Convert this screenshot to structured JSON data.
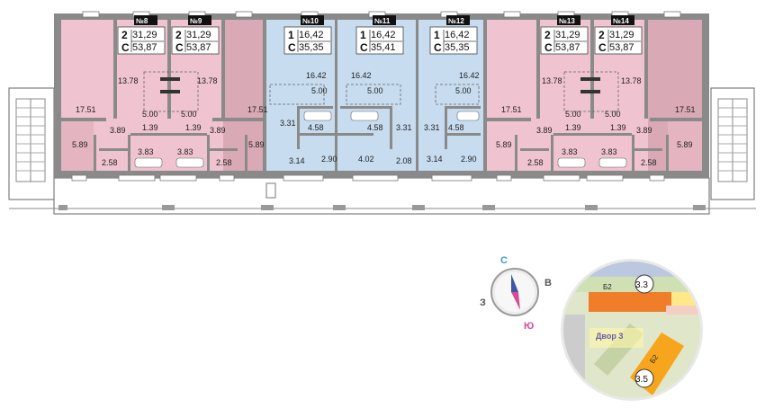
{
  "units": [
    {
      "num": "№8",
      "rooms": "2",
      "type": "С",
      "area_living": "31,29",
      "area_total": "53,87"
    },
    {
      "num": "№9",
      "rooms": "2",
      "type": "С",
      "area_living": "31,29",
      "area_total": "53,87"
    },
    {
      "num": "№10",
      "rooms": "1",
      "type": "С",
      "area_living": "16,42",
      "area_total": "35,35"
    },
    {
      "num": "№11",
      "rooms": "1",
      "type": "С",
      "area_living": "16,42",
      "area_total": "35,41"
    },
    {
      "num": "№12",
      "rooms": "1",
      "type": "С",
      "area_living": "16,42",
      "area_total": "35,35"
    },
    {
      "num": "№13",
      "rooms": "2",
      "type": "С",
      "area_living": "31,29",
      "area_total": "53,87"
    },
    {
      "num": "№14",
      "rooms": "2",
      "type": "С",
      "area_living": "31,29",
      "area_total": "53,87"
    }
  ],
  "room_labels": {
    "a1": "17.51",
    "a2": "13.78",
    "a3": "5.00",
    "a4": "5.00",
    "a5": "13.78",
    "a6": "17.51",
    "a7": "3.89",
    "a8": "1.39",
    "a9": "1.39",
    "a10": "3.89",
    "a11": "5.89",
    "a12": "2.58",
    "a13": "3.83",
    "a14": "3.83",
    "a15": "2.58",
    "a16": "5.89",
    "b1": "16.42",
    "b2": "16.42",
    "b3": "16.42",
    "b4": "5.00",
    "b5": "5.00",
    "b6": "5.00",
    "b7": "3.31",
    "b8": "4.58",
    "b9": "4.58",
    "b10": "3.31",
    "b11": "3.31",
    "b12": "4.58",
    "b13": "3.14",
    "b14": "2.90",
    "b15": "4.02",
    "b16": "2.08",
    "b17": "3.14",
    "b18": "2.90",
    "c1": "13.78",
    "c2": "13.78",
    "c3": "17.51",
    "c4": "17.51",
    "c5": "5.00",
    "c6": "5.00",
    "c7": "1.39",
    "c8": "1.39",
    "c9": "3.89",
    "c10": "3.89",
    "c11": "5.89",
    "c12": "5.89",
    "c13": "2.58",
    "c14": "2.58",
    "c15": "3.83",
    "c16": "3.83"
  },
  "compass": {
    "north": "С",
    "south": "Ю",
    "west": "З",
    "east": "В"
  },
  "minimap": {
    "building_top": "3.3",
    "building_bottom": "3.5",
    "label_b2_top": "Б2",
    "label_b2_bottom": "Б2",
    "courtyard": "Двор 3"
  },
  "colors": {
    "pink": "#efc3cf",
    "pink_dark": "#d7a5b3",
    "blue": "#c7dcef",
    "blue_dark": "#a9c4de",
    "wall": "#7a7a7a"
  }
}
